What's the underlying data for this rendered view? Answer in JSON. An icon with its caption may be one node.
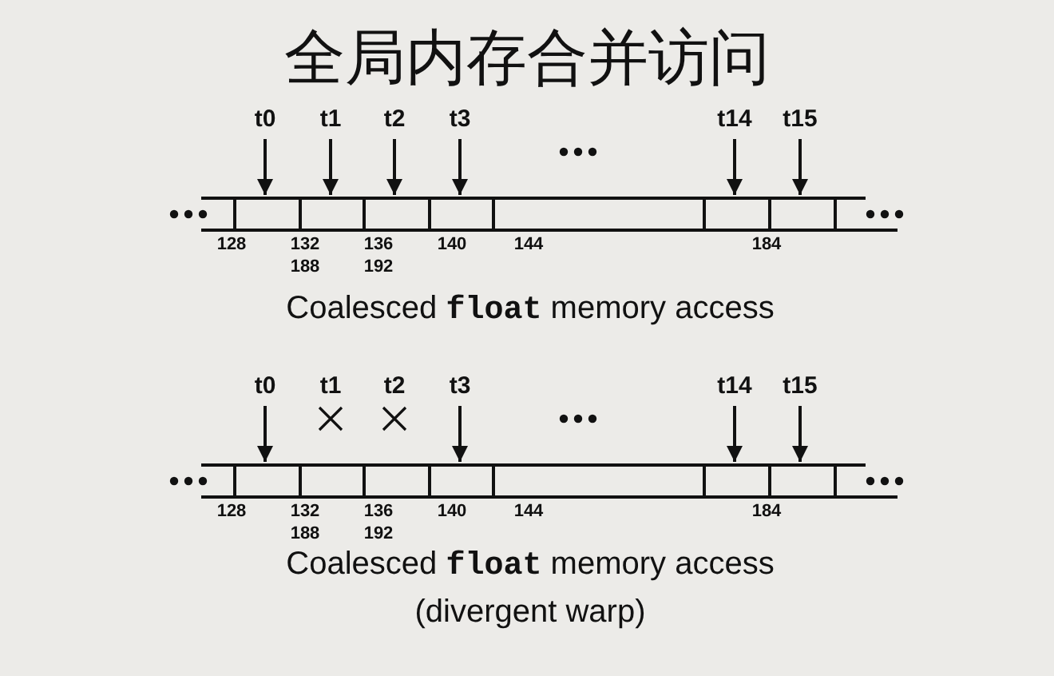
{
  "diagram": {
    "title": "全局内存合并访问",
    "nodes": [
      {
        "text": [
          "t0"
        ]
      },
      {
        "text": [
          "t1"
        ]
      },
      {
        "text": [
          "t2"
        ]
      },
      {
        "text": [
          "t3"
        ]
      },
      {
        "text": [
          "t14"
        ]
      },
      {
        "text": [
          "t15"
        ]
      },
      {
        "text": [],
        "shape": "box"
      },
      {
        "text": [],
        "shape": "box"
      },
      {
        "text": [],
        "shape": "box"
      },
      {
        "text": [],
        "shape": "box"
      },
      {
        "text": [],
        "shape": "box"
      },
      {
        "text": [],
        "shape": "box"
      },
      {
        "text": [],
        "shape": "box"
      },
      {
        "text": [
          "t0"
        ]
      },
      {
        "text": [
          "t1"
        ]
      },
      {
        "text": [
          "t2"
        ]
      },
      {
        "text": [
          "t3"
        ]
      },
      {
        "text": [
          "t14"
        ]
      },
      {
        "text": [
          "t15"
        ]
      },
      {
        "text": [],
        "shape": "box"
      },
      {
        "text": [],
        "shape": "box"
      },
      {
        "text": [],
        "shape": "box"
      },
      {
        "text": [],
        "shape": "box"
      },
      {
        "text": [],
        "shape": "box"
      },
      {
        "text": [],
        "shape": "box"
      },
      {
        "text": [],
        "shape": "box"
      }
    ],
    "edges": [
      {
        "from": 0,
        "to": 6,
        "arrow": "to"
      },
      {
        "from": 1,
        "to": 7,
        "arrow": "to"
      },
      {
        "from": 2,
        "to": 8,
        "arrow": "to"
      },
      {
        "from": 3,
        "to": 9,
        "arrow": "to"
      },
      {
        "from": 4,
        "to": 11,
        "arrow": "to"
      },
      {
        "from": 5,
        "to": 12,
        "arrow": "to"
      },
      {
        "from": 13,
        "to": 19,
        "arrow": "to"
      },
      {
        "from": 16,
        "to": 22,
        "arrow": "to"
      },
      {
        "from": 17,
        "to": 24,
        "arrow": "to"
      },
      {
        "from": 18,
        "to": 25,
        "arrow": "to"
      }
    ],
    "labels": [
      "128",
      "132",
      "136",
      "140",
      "144",
      "184",
      "188",
      "192",
      "Coalesced **float** memory access",
      "128",
      "132",
      "136",
      "140",
      "144",
      "184",
      "188",
      "192",
      "Coalesced **float** memory access",
      "(divergent warp)"
    ]
  }
}
